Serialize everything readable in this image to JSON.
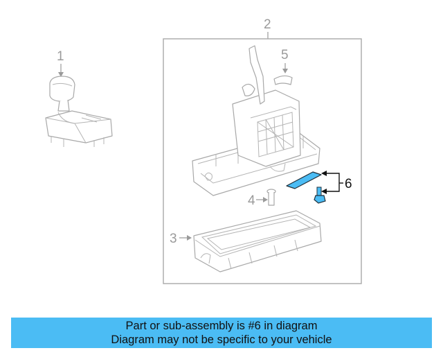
{
  "callouts": [
    {
      "id": "1",
      "label": "1"
    },
    {
      "id": "2",
      "label": "2"
    },
    {
      "id": "3",
      "label": "3"
    },
    {
      "id": "4",
      "label": "4"
    },
    {
      "id": "5",
      "label": "5"
    },
    {
      "id": "6",
      "label": "6"
    }
  ],
  "highlighted_part": "6",
  "colors": {
    "highlight": "#4bbcf4",
    "outline": "#a8a8a8",
    "banner_bg": "#4bbcf4"
  },
  "banner": {
    "line1": "Part or sub-assembly is #6 in diagram",
    "line2": "Diagram may not be specific to your vehicle"
  }
}
